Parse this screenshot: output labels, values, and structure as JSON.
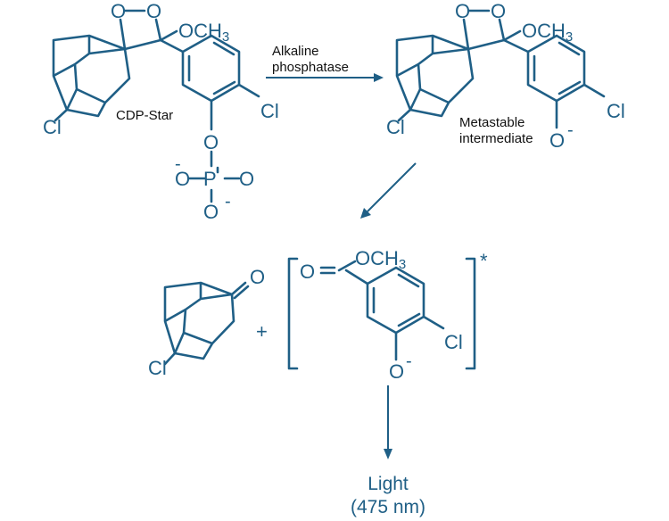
{
  "labels": {
    "substrate_name": "CDP-Star",
    "enzyme_line1": "Alkaline",
    "enzyme_line2": "phosphatase",
    "intermediate_line1": "Metastable",
    "intermediate_line2": "intermediate",
    "light_line1": "Light",
    "light_line2": "(475 nm)",
    "plus": "+",
    "excited_mark": "*"
  },
  "atoms": {
    "oxygen": "O",
    "methoxy": "OCH",
    "methoxy_sub": "3",
    "chlorine": "Cl",
    "phosphorus": "P",
    "minus": "-"
  },
  "colors": {
    "structure": "#1f5f86",
    "caption_text": "#111111",
    "background": "#ffffff"
  }
}
